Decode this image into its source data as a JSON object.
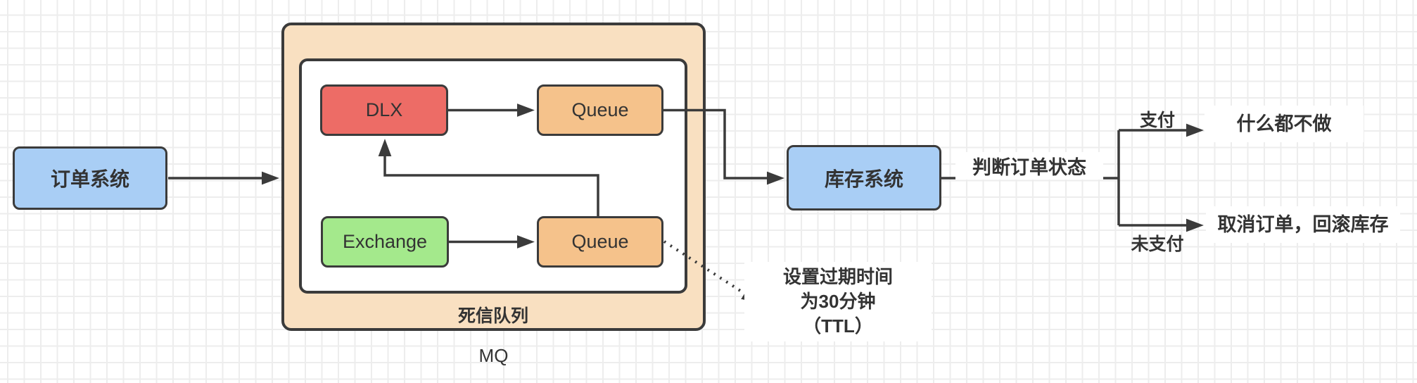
{
  "nodes": {
    "order_system": "订单系统",
    "inventory_system": "库存系统",
    "dlx": "DLX",
    "queue_top": "Queue",
    "exchange": "Exchange",
    "queue_bottom": "Queue",
    "dead_letter_zone": "死信队列",
    "mq": "MQ"
  },
  "annotations": {
    "judge_order_status": "判断订单状态",
    "paid": "支付",
    "do_nothing": "什么都不做",
    "unpaid": "未支付",
    "cancel_order_rollback": "取消订单，回滚库存",
    "ttl_note_line1": "设置过期时间",
    "ttl_note_line2": "为30分钟",
    "ttl_note_line3": "（TTL）"
  },
  "colors": {
    "node-blue": "#a9cef5",
    "node-red": "#ed6c66",
    "node-orange": "#f5c28b",
    "node-green": "#a4e98c",
    "container-peach": "#f9e0c1",
    "inner-white": "#ffffff",
    "line-color": "#3b3b3b",
    "text-color": "#333333",
    "grid-color": "#ededed",
    "canvas-bg": "#ffffff"
  }
}
